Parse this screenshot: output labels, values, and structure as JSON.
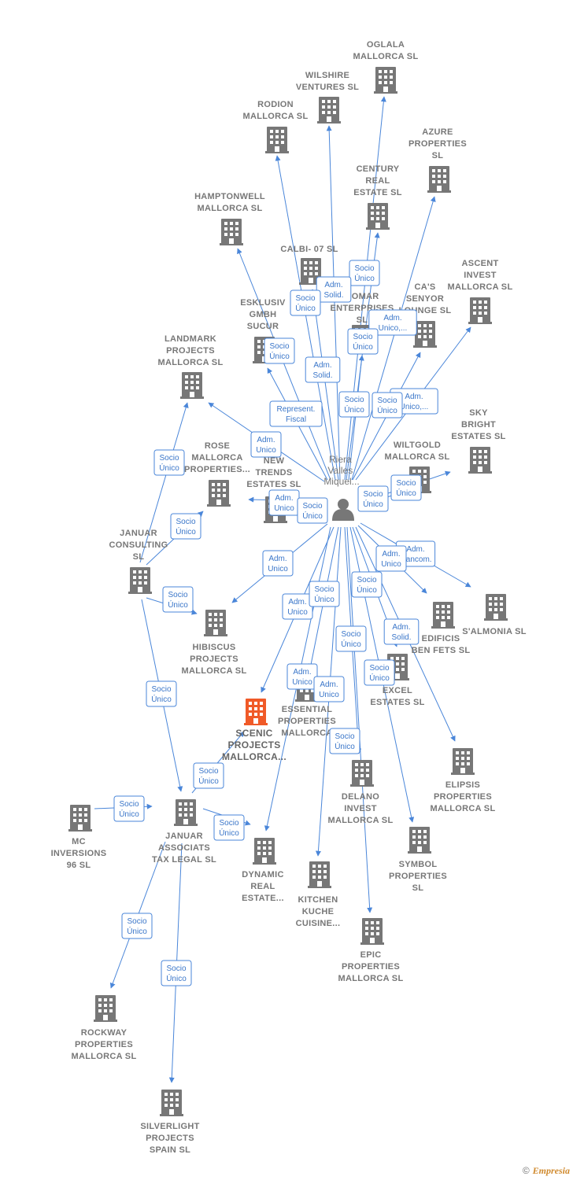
{
  "person": {
    "label": [
      "Riera",
      "Valles",
      "Miquel..."
    ]
  },
  "footer": {
    "copyright": "©",
    "brand": "Empresia"
  },
  "colors": {
    "edge": "#4a86d9",
    "building": "#777777",
    "focus": "#f05a28"
  },
  "icons": {
    "company": "building-icon",
    "person": "person-icon"
  },
  "nodes": [
    {
      "id": "oglala",
      "label": [
        "OGLALA",
        "MALLORCA  SL"
      ]
    },
    {
      "id": "wilshire",
      "label": [
        "WILSHIRE",
        "VENTURES  SL"
      ]
    },
    {
      "id": "rodion",
      "label": [
        "RODION",
        "MALLORCA  SL"
      ]
    },
    {
      "id": "azure",
      "label": [
        "AZURE",
        "PROPERTIES",
        "SL"
      ]
    },
    {
      "id": "century",
      "label": [
        "CENTURY",
        "REAL",
        "ESTATE  SL"
      ]
    },
    {
      "id": "hamptonwell",
      "label": [
        "HAMPTONWELL",
        "MALLORCA  SL"
      ]
    },
    {
      "id": "calbi",
      "label": [
        "CALBI- 07 SL"
      ]
    },
    {
      "id": "ascent",
      "label": [
        "ASCENT",
        "INVEST",
        "MALLORCA  SL"
      ]
    },
    {
      "id": "cas",
      "label": [
        "CA'S",
        "SENYOR",
        "LOUNGE  SL"
      ]
    },
    {
      "id": "romar",
      "label": [
        "ROMAR",
        "ENTERPRISES",
        "SL"
      ]
    },
    {
      "id": "esklusiv",
      "label": [
        "ESKLUSIV",
        "GMBH",
        "SUCUR"
      ]
    },
    {
      "id": "landmark",
      "label": [
        "LANDMARK",
        "PROJECTS",
        "MALLORCA  SL"
      ]
    },
    {
      "id": "sky",
      "label": [
        "SKY",
        "BRIGHT",
        "ESTATES  SL"
      ]
    },
    {
      "id": "wiltgold",
      "label": [
        "WILTGOLD",
        "MALLORCA  SL"
      ]
    },
    {
      "id": "rose",
      "label": [
        "ROSE",
        "MALLORCA",
        "PROPERTIES..."
      ]
    },
    {
      "id": "newtrends",
      "label": [
        "NEW",
        "TRENDS",
        "ESTATES  SL"
      ]
    },
    {
      "id": "januar_consulting",
      "label": [
        "JANUAR",
        "CONSULTING",
        "SL"
      ]
    },
    {
      "id": "salmonia",
      "label": [
        "S'ALMONIA SL"
      ]
    },
    {
      "id": "edificis",
      "label": [
        "EDIFICIS",
        "BEN FETS SL"
      ]
    },
    {
      "id": "hibiscus",
      "label": [
        "HIBISCUS",
        "PROJECTS",
        "MALLORCA  SL"
      ]
    },
    {
      "id": "excel",
      "label": [
        "EXCEL",
        "ESTATES  SL"
      ]
    },
    {
      "id": "scenic",
      "label": [
        "SCENIC",
        "PROJECTS",
        "MALLORCA..."
      ]
    },
    {
      "id": "essential",
      "label": [
        "ESSENTIAL",
        "PROPERTIES",
        "MALLORCA"
      ]
    },
    {
      "id": "elipsis",
      "label": [
        "ELIPSIS",
        "PROPERTIES",
        "MALLORCA  SL"
      ]
    },
    {
      "id": "delano",
      "label": [
        "DELANO",
        "INVEST",
        "MALLORCA  SL"
      ]
    },
    {
      "id": "mc",
      "label": [
        "MC",
        "INVERSIONS",
        "96  SL"
      ]
    },
    {
      "id": "januar_associats",
      "label": [
        "JANUAR",
        "ASSOCIATS",
        "TAX LEGAL  SL"
      ]
    },
    {
      "id": "symbol",
      "label": [
        "SYMBOL",
        "PROPERTIES",
        "SL"
      ]
    },
    {
      "id": "dynamic",
      "label": [
        "DYNAMIC",
        "REAL",
        "ESTATE..."
      ]
    },
    {
      "id": "kitchen",
      "label": [
        "KITCHEN",
        "KUCHE",
        "CUISINE..."
      ]
    },
    {
      "id": "epic",
      "label": [
        "EPIC",
        "PROPERTIES",
        "MALLORCA  SL"
      ]
    },
    {
      "id": "rockway",
      "label": [
        "ROCKWAY",
        "PROPERTIES",
        "MALLORCA  SL"
      ]
    },
    {
      "id": "silverlight",
      "label": [
        "SILVERLIGHT",
        "PROJECTS",
        "SPAIN  SL"
      ]
    }
  ],
  "edges": [
    {
      "from": "person",
      "to": "oglala",
      "label": [
        "Socio",
        "Único"
      ]
    },
    {
      "from": "person",
      "to": "wilshire",
      "label": [
        "Adm.",
        "Solid."
      ]
    },
    {
      "from": "person",
      "to": "rodion",
      "label": [
        "Socio",
        "Único"
      ]
    },
    {
      "from": "person",
      "to": "azure",
      "label": [
        "Adm.",
        "Unico,..."
      ]
    },
    {
      "from": "person",
      "to": "century",
      "label": [
        "Socio",
        "Único"
      ]
    },
    {
      "from": "person",
      "to": "hamptonwell",
      "label": [
        "Socio",
        "Único"
      ]
    },
    {
      "from": "person",
      "to": "calbi",
      "label": [
        "Adm.",
        "Solid."
      ]
    },
    {
      "from": "person",
      "to": "ascent",
      "label": [
        "Adm.",
        "Unico,..."
      ]
    },
    {
      "from": "person",
      "to": "cas",
      "label": [
        "Socio",
        "Único"
      ]
    },
    {
      "from": "person",
      "to": "romar",
      "label": [
        "Socio",
        "Único"
      ]
    },
    {
      "from": "person",
      "to": "esklusiv",
      "label": [
        "Represent.",
        "Fiscal"
      ]
    },
    {
      "from": "person",
      "to": "landmark",
      "label": [
        "Adm.",
        "Unico"
      ]
    },
    {
      "from": "person",
      "to": "sky",
      "label": [
        "Socio",
        "Único"
      ]
    },
    {
      "from": "person",
      "to": "wiltgold",
      "label": [
        "Socio",
        "Único"
      ]
    },
    {
      "from": "person",
      "to": "rose",
      "label": [
        "Adm.",
        "Unico"
      ]
    },
    {
      "from": "person",
      "to": "newtrends",
      "label": [
        "Socio",
        "Único"
      ]
    },
    {
      "from": "januar_consulting",
      "to": "landmark",
      "label": [
        "Socio",
        "Único"
      ]
    },
    {
      "from": "januar_consulting",
      "to": "rose",
      "label": [
        "Socio",
        "Único"
      ]
    },
    {
      "from": "person",
      "to": "salmonia",
      "label": [
        "Adm.",
        "Mancom."
      ]
    },
    {
      "from": "person",
      "to": "edificis",
      "label": [
        "Adm.",
        "Unico"
      ]
    },
    {
      "from": "person",
      "to": "hibiscus",
      "label": [
        "Adm.",
        "Unico"
      ]
    },
    {
      "from": "person",
      "to": "excel",
      "label": [
        "Socio",
        "Único"
      ]
    },
    {
      "from": "person",
      "to": "scenic",
      "label": [
        "Adm.",
        "Unico"
      ]
    },
    {
      "from": "person",
      "to": "essential",
      "label": [
        "Socio",
        "Único"
      ]
    },
    {
      "from": "person",
      "to": "elipsis",
      "label": [
        "Adm.",
        "Solid."
      ]
    },
    {
      "from": "person",
      "to": "delano",
      "label": [
        "Socio",
        "Único"
      ]
    },
    {
      "from": "person",
      "to": "symbol",
      "label": [
        "Socio",
        "Único"
      ]
    },
    {
      "from": "person",
      "to": "dynamic",
      "label": [
        "Adm.",
        "Unico"
      ]
    },
    {
      "from": "person",
      "to": "kitchen",
      "label": [
        "Adm.",
        "Unico"
      ]
    },
    {
      "from": "person",
      "to": "epic",
      "label": [
        "Socio",
        "Único"
      ]
    },
    {
      "from": "januar_consulting",
      "to": "januar_associats",
      "label": [
        "Socio",
        "Único"
      ]
    },
    {
      "from": "januar_consulting",
      "to": "hibiscus",
      "label": [
        "Socio",
        "Único"
      ]
    },
    {
      "from": "mc",
      "to": "januar_associats",
      "label": [
        "Socio",
        "Único"
      ]
    },
    {
      "from": "januar_associats",
      "to": "scenic",
      "label": [
        "Socio",
        "Único"
      ]
    },
    {
      "from": "januar_associats",
      "to": "dynamic",
      "label": [
        "Socio",
        "Único"
      ]
    },
    {
      "from": "januar_associats",
      "to": "rockway",
      "label": [
        "Socio",
        "Único"
      ]
    },
    {
      "from": "januar_associats",
      "to": "silverlight",
      "label": [
        "Socio",
        "Único"
      ]
    }
  ]
}
